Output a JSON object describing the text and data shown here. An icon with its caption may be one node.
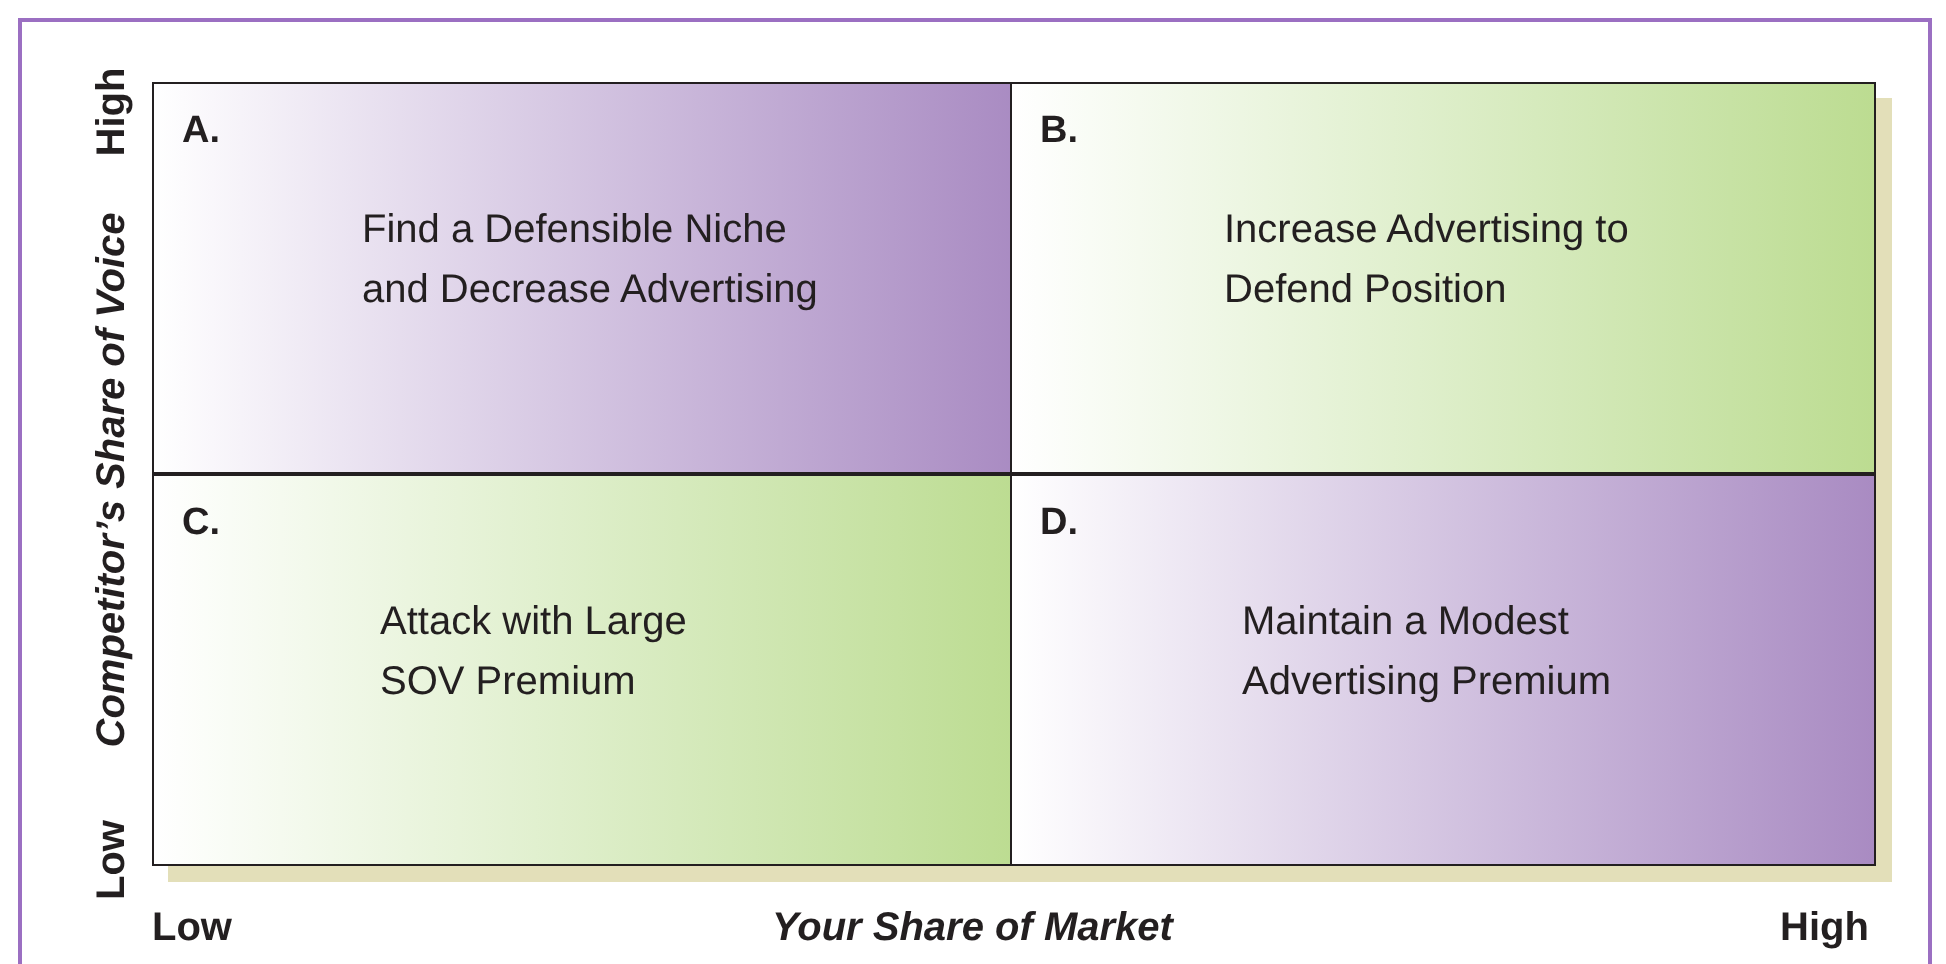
{
  "diagram": {
    "nodes": [
      {
        "text": [
          "A.",
          "Find a Defensible Niche and Decrease Advertising"
        ]
      },
      {
        "text": [
          "B.",
          "Increase Advertising to Defend Position"
        ]
      },
      {
        "text": [
          "C.",
          "Attack with Large SOV Premium"
        ]
      },
      {
        "text": [
          "D.",
          "Maintain a Modest Advertising Premium"
        ]
      }
    ],
    "labels": [
      "High",
      "Competitor’s Share of Voice",
      "Low",
      "Low",
      "Your Share of Market",
      "High"
    ]
  }
}
